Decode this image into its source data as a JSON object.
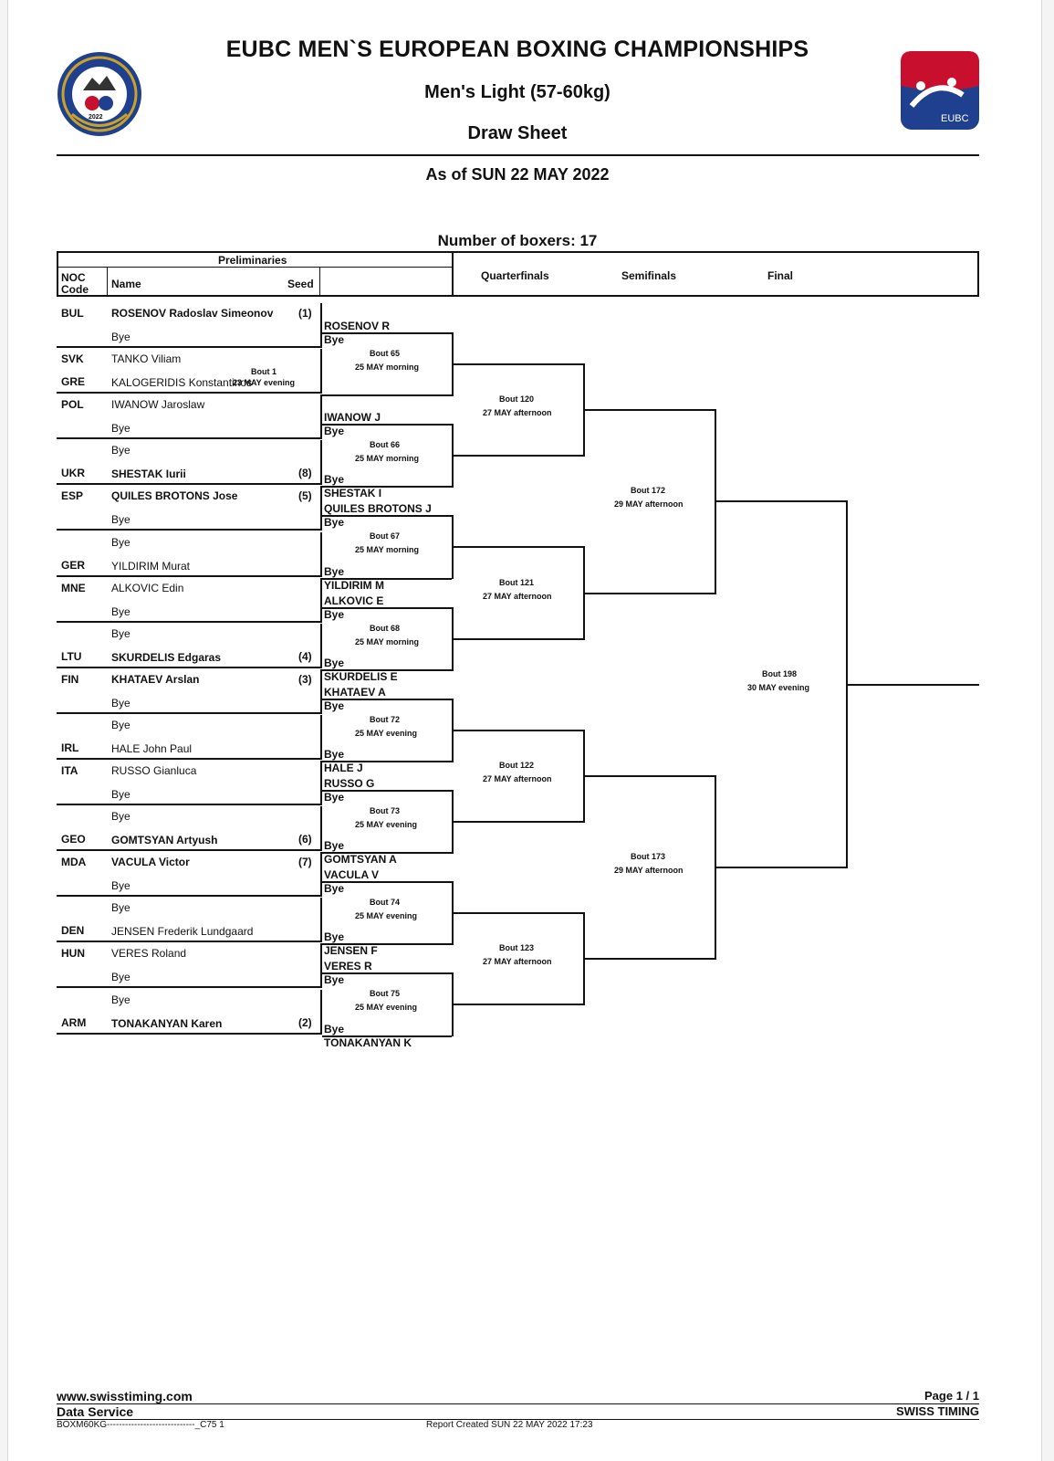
{
  "header": {
    "title": "EUBC MEN`S EUROPEAN BOXING CHAMPIONSHIPS",
    "event": "Men's Light (57-60kg)",
    "doc_type": "Draw Sheet",
    "as_of": "As of SUN 22 MAY 2022",
    "logo_left_text": "2022",
    "logo_right_text": "EUBC"
  },
  "number_of_boxers": "Number of boxers: 17",
  "columns": {
    "preliminaries": "Preliminaries",
    "noc": "NOC",
    "code": "Code",
    "name": "Name",
    "seed": "Seed",
    "quarterfinals": "Quarterfinals",
    "semifinals": "Semifinals",
    "final": "Final"
  },
  "entries": [
    {
      "noc": "BUL",
      "name": "ROSENOV Radoslav Simeonov",
      "seed": "(1)",
      "bold": true
    },
    {
      "noc": "",
      "name": "Bye",
      "seed": "",
      "bold": false
    },
    {
      "noc": "SVK",
      "name": "TANKO Viliam",
      "seed": "",
      "bold": false
    },
    {
      "noc": "GRE",
      "name": "KALOGERIDIS Konstantinos",
      "seed": "",
      "bold": false
    },
    {
      "noc": "POL",
      "name": "IWANOW Jaroslaw",
      "seed": "",
      "bold": false
    },
    {
      "noc": "",
      "name": "Bye",
      "seed": "",
      "bold": false
    },
    {
      "noc": "",
      "name": "Bye",
      "seed": "",
      "bold": false
    },
    {
      "noc": "UKR",
      "name": "SHESTAK Iurii",
      "seed": "(8)",
      "bold": true
    },
    {
      "noc": "ESP",
      "name": "QUILES BROTONS Jose",
      "seed": "(5)",
      "bold": true
    },
    {
      "noc": "",
      "name": "Bye",
      "seed": "",
      "bold": false
    },
    {
      "noc": "",
      "name": "Bye",
      "seed": "",
      "bold": false
    },
    {
      "noc": "GER",
      "name": "YILDIRIM Murat",
      "seed": "",
      "bold": false
    },
    {
      "noc": "MNE",
      "name": "ALKOVIC Edin",
      "seed": "",
      "bold": false
    },
    {
      "noc": "",
      "name": "Bye",
      "seed": "",
      "bold": false
    },
    {
      "noc": "",
      "name": "Bye",
      "seed": "",
      "bold": false
    },
    {
      "noc": "LTU",
      "name": "SKURDELIS Edgaras",
      "seed": "(4)",
      "bold": true
    },
    {
      "noc": "FIN",
      "name": "KHATAEV Arslan",
      "seed": "(3)",
      "bold": true
    },
    {
      "noc": "",
      "name": "Bye",
      "seed": "",
      "bold": false
    },
    {
      "noc": "",
      "name": "Bye",
      "seed": "",
      "bold": false
    },
    {
      "noc": "IRL",
      "name": "HALE John Paul",
      "seed": "",
      "bold": false
    },
    {
      "noc": "ITA",
      "name": "RUSSO Gianluca",
      "seed": "",
      "bold": false
    },
    {
      "noc": "",
      "name": "Bye",
      "seed": "",
      "bold": false
    },
    {
      "noc": "",
      "name": "Bye",
      "seed": "",
      "bold": false
    },
    {
      "noc": "GEO",
      "name": "GOMTSYAN Artyush",
      "seed": "(6)",
      "bold": true
    },
    {
      "noc": "MDA",
      "name": "VACULA Victor",
      "seed": "(7)",
      "bold": true
    },
    {
      "noc": "",
      "name": "Bye",
      "seed": "",
      "bold": false
    },
    {
      "noc": "",
      "name": "Bye",
      "seed": "",
      "bold": false
    },
    {
      "noc": "DEN",
      "name": "JENSEN Frederik Lundgaard",
      "seed": "",
      "bold": false
    },
    {
      "noc": "HUN",
      "name": "VERES Roland",
      "seed": "",
      "bold": false
    },
    {
      "noc": "",
      "name": "Bye",
      "seed": "",
      "bold": false
    },
    {
      "noc": "",
      "name": "Bye",
      "seed": "",
      "bold": false
    },
    {
      "noc": "ARM",
      "name": "TONAKANYAN Karen",
      "seed": "(2)",
      "bold": true
    }
  ],
  "prelim_bout": {
    "bout": "Bout  1",
    "time": "23 MAY evening"
  },
  "round2": [
    {
      "top": "ROSENOV R",
      "top_sub": "Bye",
      "bottom_pre": "",
      "bottom": "",
      "bout": "Bout  65",
      "time": "25 MAY morning"
    },
    {
      "top": "IWANOW J",
      "top_sub": "Bye",
      "bottom_pre": "Bye",
      "bottom": "SHESTAK I",
      "bout": "Bout  66",
      "time": "25 MAY morning"
    },
    {
      "top": "QUILES BROTONS J",
      "top_sub": "Bye",
      "bottom_pre": "Bye",
      "bottom": "YILDIRIM M",
      "bout": "Bout  67",
      "time": "25 MAY morning"
    },
    {
      "top": "ALKOVIC E",
      "top_sub": "Bye",
      "bottom_pre": "Bye",
      "bottom": "SKURDELIS E",
      "bout": "Bout  68",
      "time": "25 MAY morning"
    },
    {
      "top": "KHATAEV A",
      "top_sub": "Bye",
      "bottom_pre": "Bye",
      "bottom": "HALE J",
      "bout": "Bout  72",
      "time": "25 MAY evening"
    },
    {
      "top": "RUSSO G",
      "top_sub": "Bye",
      "bottom_pre": "Bye",
      "bottom": "GOMTSYAN A",
      "bout": "Bout  73",
      "time": "25 MAY evening"
    },
    {
      "top": "VACULA V",
      "top_sub": "Bye",
      "bottom_pre": "Bye",
      "bottom": "JENSEN F",
      "bout": "Bout  74",
      "time": "25 MAY evening"
    },
    {
      "top": "VERES R",
      "top_sub": "Bye",
      "bottom_pre": "Bye",
      "bottom": "TONAKANYAN K",
      "bout": "Bout  75",
      "time": "25 MAY evening"
    }
  ],
  "quarterfinals": [
    {
      "bout": "Bout  120",
      "time": "27 MAY afternoon"
    },
    {
      "bout": "Bout  121",
      "time": "27 MAY afternoon"
    },
    {
      "bout": "Bout  122",
      "time": "27 MAY afternoon"
    },
    {
      "bout": "Bout  123",
      "time": "27 MAY afternoon"
    }
  ],
  "semifinals": [
    {
      "bout": "Bout  172",
      "time": "29 MAY afternoon"
    },
    {
      "bout": "Bout  173",
      "time": "29 MAY afternoon"
    }
  ],
  "final": {
    "bout": "Bout  198",
    "time": "30 MAY evening"
  },
  "footer": {
    "website": "www.swisstiming.com",
    "service": "Data Service",
    "code": "BOXM60KG-----------------------------_C75 1",
    "report_created": "Report Created  SUN 22 MAY 2022 17:23",
    "page": "Page 1 / 1",
    "brand": "SWISS TIMING"
  },
  "colors": {
    "eubc_red": "#c8102e",
    "eubc_blue": "#1f3f8f",
    "logo_gold": "#c9a227"
  }
}
